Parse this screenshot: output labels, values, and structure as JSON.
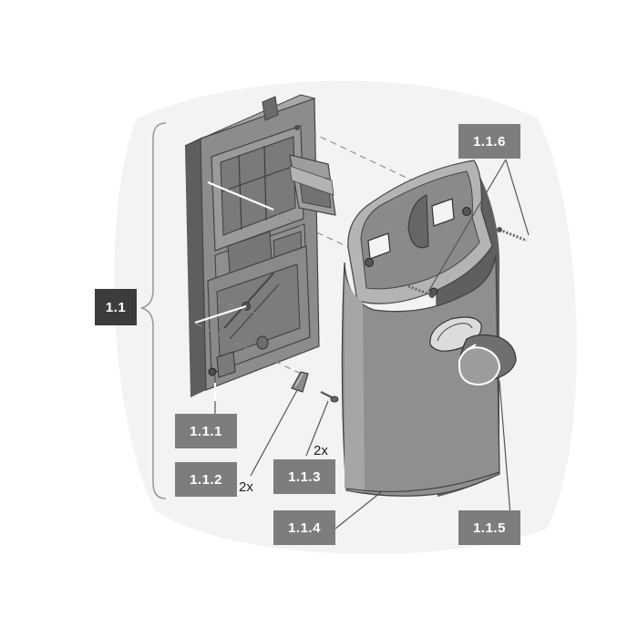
{
  "labels": {
    "l_1_1": "1.1",
    "l_1_1_1": "1.1.1",
    "l_1_1_2": "1.1.2",
    "l_1_1_3": "1.1.3",
    "l_1_1_4": "1.1.4",
    "l_1_1_5": "1.1.5",
    "l_1_1_6": "1.1.6"
  },
  "quantities": {
    "q_1_1_2": "2x",
    "q_1_1_3": "2x"
  },
  "colors": {
    "label_dark": "#3c3c3c",
    "label_mid": "#7d7d7d",
    "part_body": "#8e8e8e",
    "part_dark": "#5a5a5a",
    "part_light": "#bdbdbd",
    "background_blob": "#f1f1f1"
  }
}
